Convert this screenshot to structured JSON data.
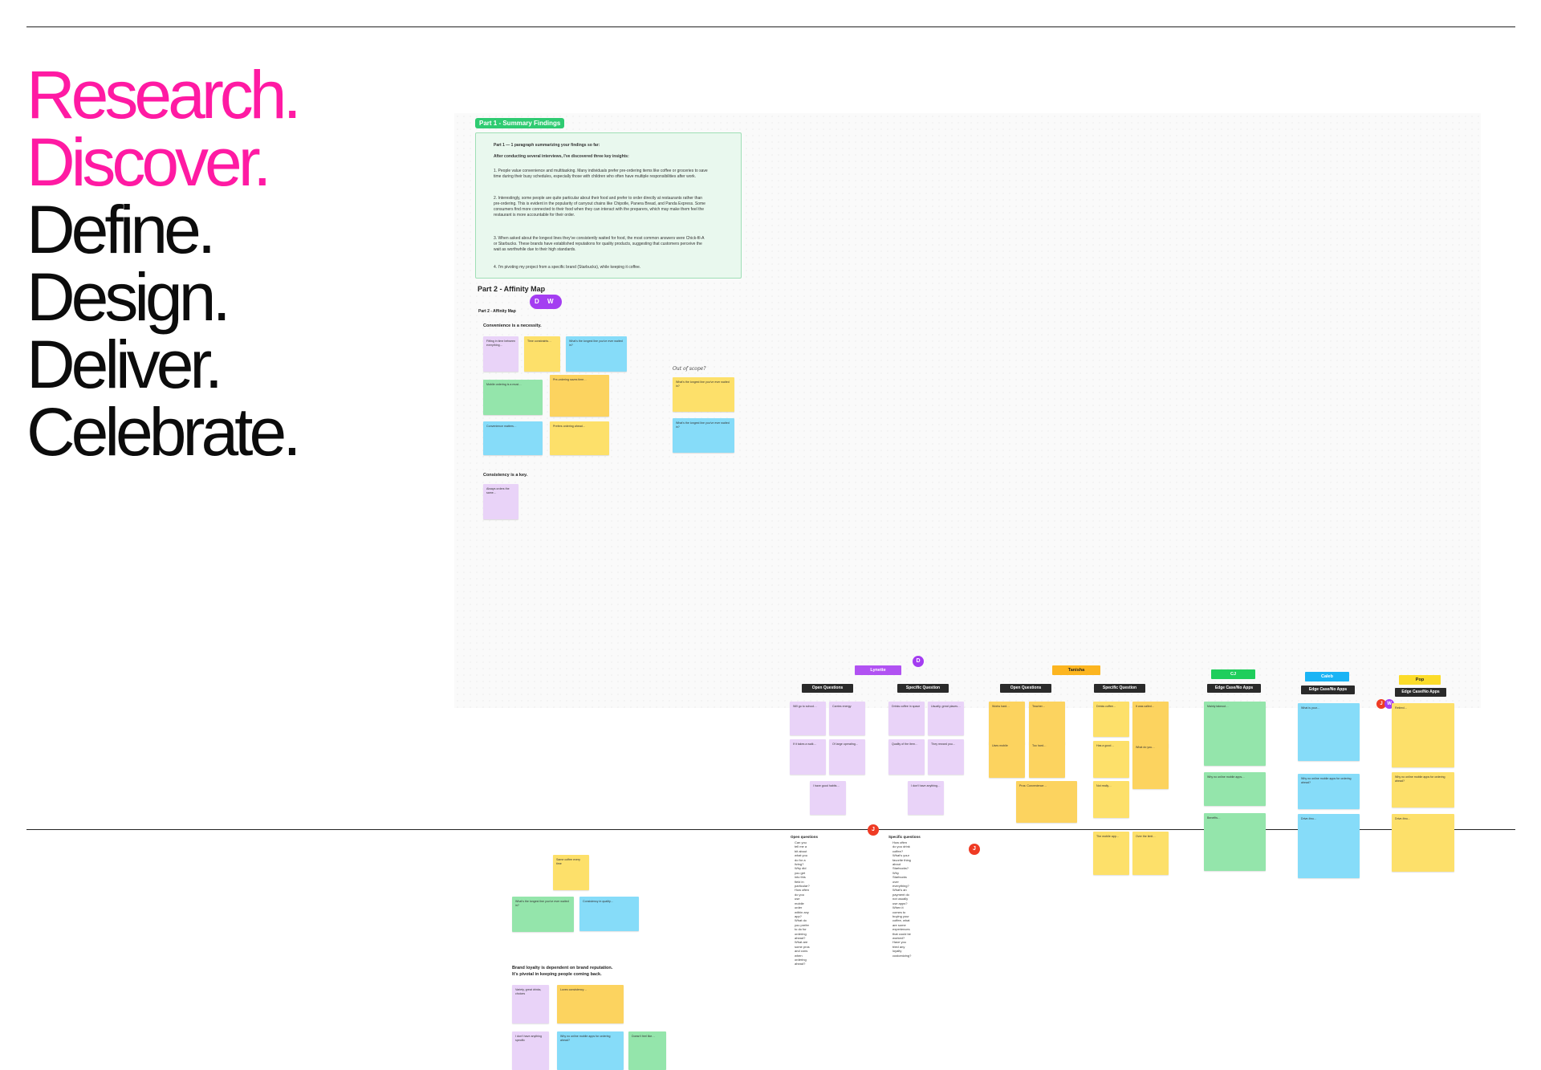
{
  "hero": {
    "lines": [
      "Research.",
      "Discover.",
      "Define.",
      "Design.",
      "Deliver.",
      "Celebrate."
    ],
    "highlight_color": "#ff1aa3",
    "text_color": "#0c0c0c"
  },
  "board": {
    "part1": {
      "tag": "Part 1 - Summary Findings",
      "heading": "Part 1 — 1 paragraph summarizing your findings so far:",
      "intro": "After conducting several interviews, I've discovered three key insights:",
      "points": [
        "1. People value convenience and multitasking. Many individuals prefer pre-ordering items like coffee or groceries to save time during their busy schedules, especially those with children who often have multiple responsibilities after work.",
        "2. Interestingly, some people are quite particular about their food and prefer to order directly at restaurants rather than pre-ordering. This is evident in the popularity of carryout chains like Chipotle, Panera Bread, and Panda Express. Some consumers find more connected to their food when they can interact with the preparers, which may make them feel the restaurant is more accountable for their order.",
        "3. When asked about the longest lines they've consistently waited for food, the most common answers were Chick-fil-A or Starbucks. These brands have established reputations for quality products, suggesting that customers perceive the wait as worthwhile due to their high standards.",
        "4. I'm pivoting my project from a specific brand (Starbucks), while keeping it coffee."
      ]
    },
    "part2": {
      "title": "Part 2 - Affinity Map",
      "subtitle": "Part 2 - Affinity Map",
      "avatars": "D W",
      "group1_title": "Convenience is a necessity.",
      "group2_title": "Consistency is a key.",
      "group3_title_line1": "Brand loyalty is dependent on brand reputation.",
      "group3_title_line2": "It's pivotal in keeping people coming back.",
      "out_of_scope": "Out of scope?"
    },
    "personas": [
      {
        "name": "Lynette",
        "color": "#b152f2",
        "tags": [
          "Open Questions",
          "Specific Question"
        ]
      },
      {
        "name": "Tanisha",
        "color": "#fcb520",
        "tags": [
          "Open Questions",
          "Specific Question"
        ]
      },
      {
        "name": "CJ",
        "color": "#1fce5c",
        "tags": [
          "Edge Case/No Apps"
        ]
      },
      {
        "name": "Caleb",
        "color": "#1ab4f5",
        "tags": [
          "Edge Case/No Apps"
        ]
      },
      {
        "name": "Pop",
        "color": "#fcdc2a",
        "tags": [
          "Edge Case/No Apps"
        ]
      }
    ],
    "open_questions": {
      "title": "Open questions",
      "items": [
        "Can you tell me a bit about what you do for a living?",
        "Why did you get into this field in particular?",
        "How often do you use mobile order within any app?",
        "What do you prefer to do for ordering ahead?",
        "What are some pros and cons when ordering ahead?"
      ]
    },
    "specific_questions": {
      "title": "Specific questions",
      "items": [
        "How often do you drink coffee?",
        "What's your favorite thing about Starbucks?",
        "Why Starbucks over everything?",
        "What's an payment do not usually use apps?",
        "When it comes to buying your coffee, what are some experiences that could be worked?",
        "Have you tried any loyalty customizing?"
      ]
    },
    "avatar_letters": {
      "d": "D",
      "j": "J",
      "w": "W"
    }
  }
}
